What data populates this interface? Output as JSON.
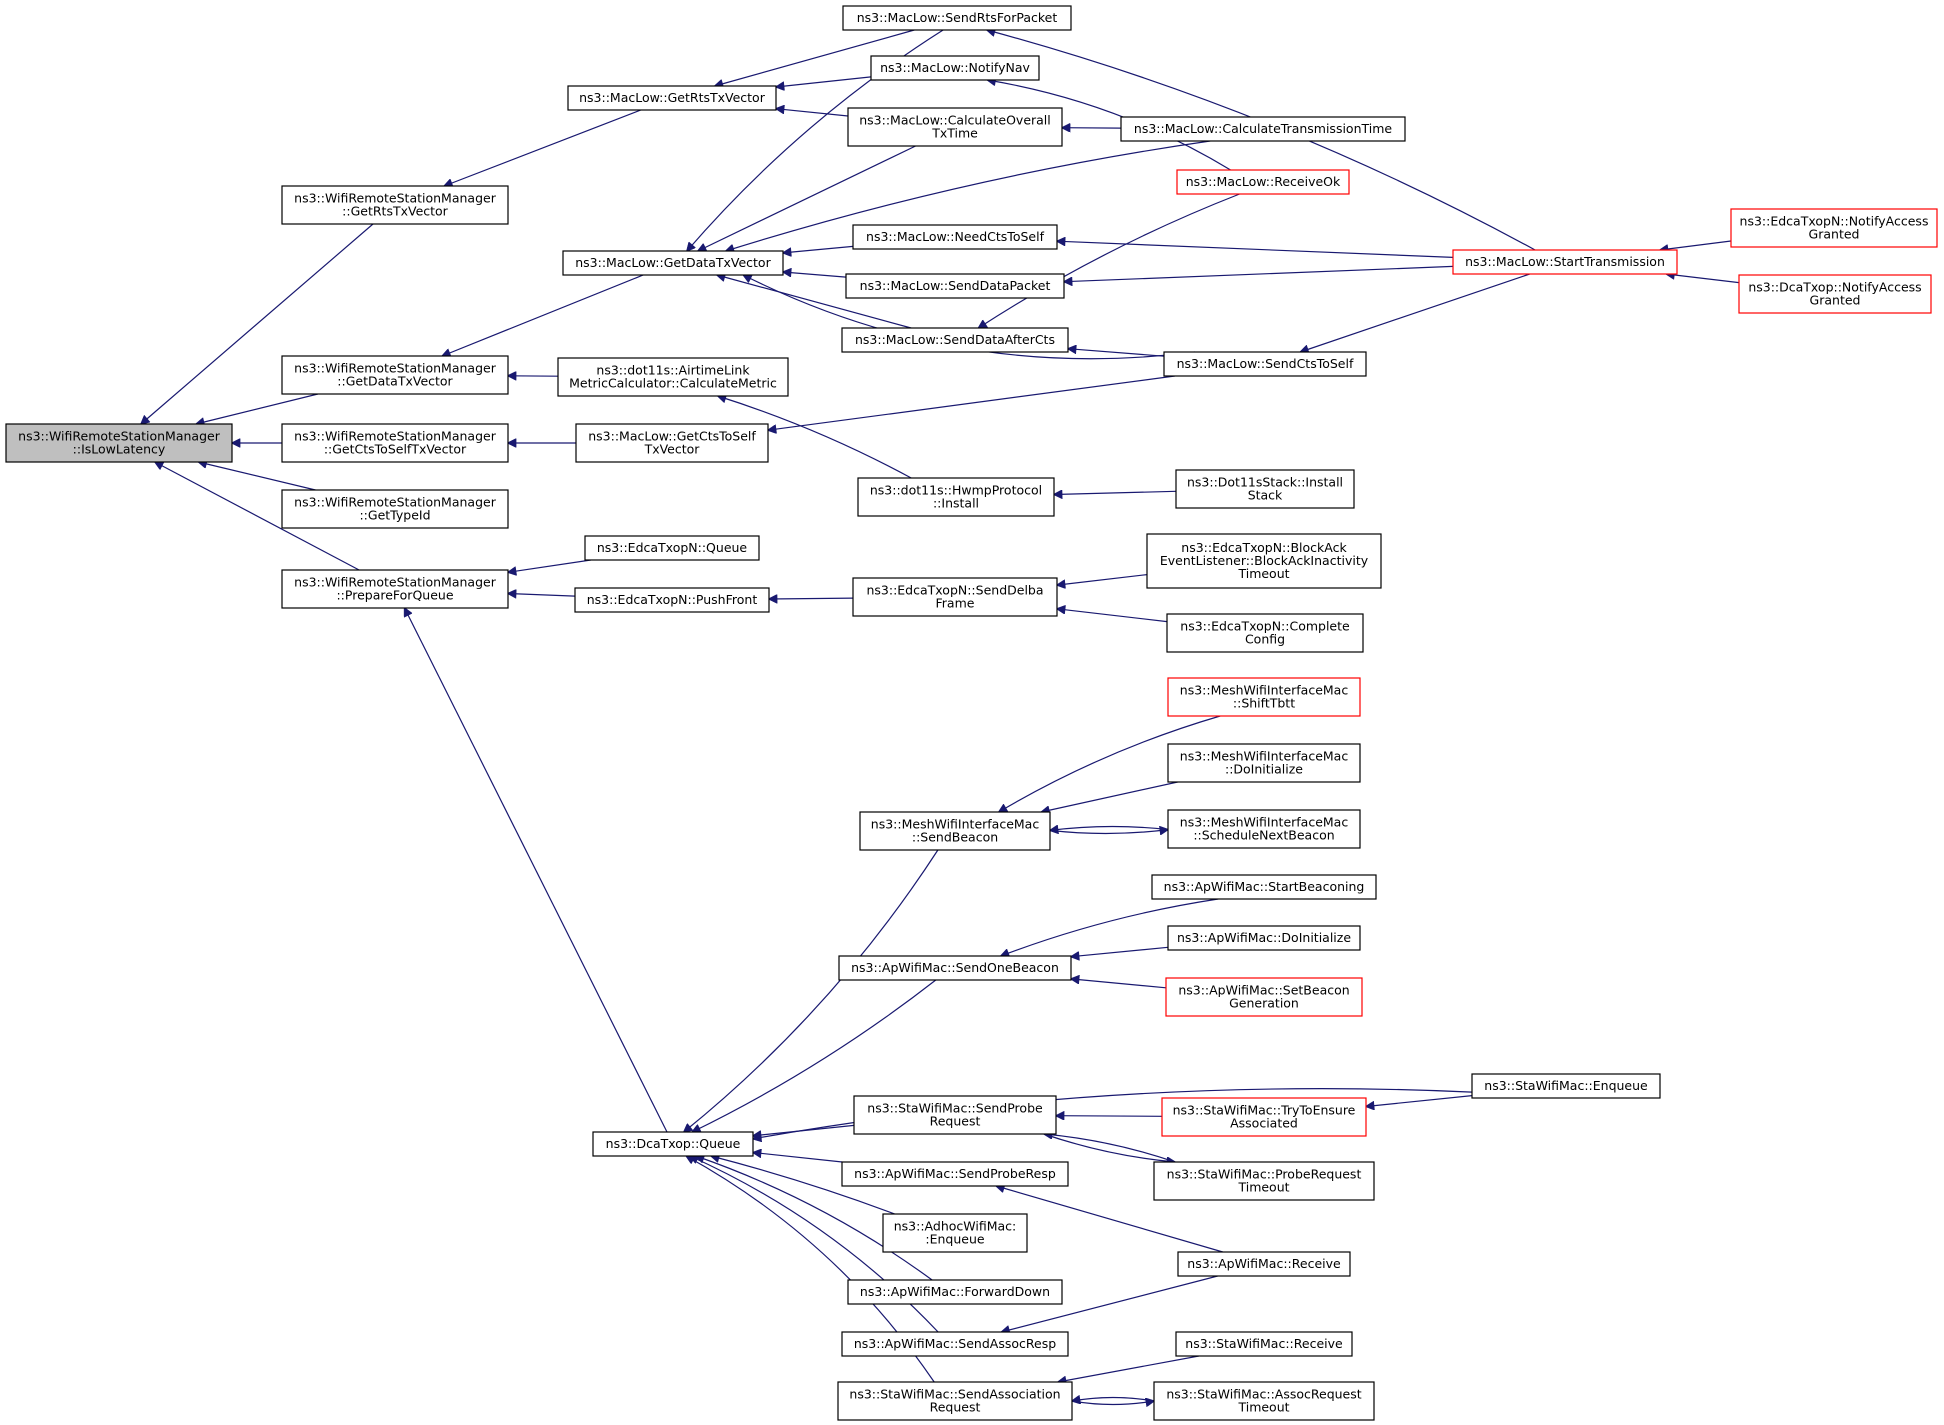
{
  "colors": {
    "edge": "#191970",
    "normal_border": "#000000",
    "truncated_border": "#ff0000",
    "root_fill": "#bfbfbf"
  },
  "nodes": [
    {
      "id": "root",
      "lines": [
        "ns3::WifiRemoteStationManager",
        "::IsLowLatency"
      ],
      "style": "root"
    },
    {
      "id": "wrsm_getrts",
      "lines": [
        "ns3::WifiRemoteStationManager",
        "::GetRtsTxVector"
      ],
      "style": "normal"
    },
    {
      "id": "wrsm_getdata",
      "lines": [
        "ns3::WifiRemoteStationManager",
        "::GetDataTxVector"
      ],
      "style": "normal"
    },
    {
      "id": "wrsm_getcts",
      "lines": [
        "ns3::WifiRemoteStationManager",
        "::GetCtsToSelfTxVector"
      ],
      "style": "normal"
    },
    {
      "id": "wrsm_typeid",
      "lines": [
        "ns3::WifiRemoteStationManager",
        "::GetTypeId"
      ],
      "style": "normal"
    },
    {
      "id": "wrsm_prepare",
      "lines": [
        "ns3::WifiRemoteStationManager",
        "::PrepareForQueue"
      ],
      "style": "normal"
    },
    {
      "id": "mac_getrts",
      "lines": [
        "ns3::MacLow::GetRtsTxVector"
      ],
      "style": "normal"
    },
    {
      "id": "mac_getdata",
      "lines": [
        "ns3::MacLow::GetDataTxVector"
      ],
      "style": "normal"
    },
    {
      "id": "dot11s_calc",
      "lines": [
        "ns3::dot11s::AirtimeLink",
        "MetricCalculator::CalculateMetric"
      ],
      "style": "normal"
    },
    {
      "id": "mac_getcts",
      "lines": [
        "ns3::MacLow::GetCtsToSelf",
        "TxVector"
      ],
      "style": "normal"
    },
    {
      "id": "edca_queue",
      "lines": [
        "ns3::EdcaTxopN::Queue"
      ],
      "style": "normal"
    },
    {
      "id": "edca_pushfront",
      "lines": [
        "ns3::EdcaTxopN::PushFront"
      ],
      "style": "normal"
    },
    {
      "id": "dca_queue",
      "lines": [
        "ns3::DcaTxop::Queue"
      ],
      "style": "normal"
    },
    {
      "id": "mac_sendrts",
      "lines": [
        "ns3::MacLow::SendRtsForPacket"
      ],
      "style": "normal"
    },
    {
      "id": "mac_notifynav",
      "lines": [
        "ns3::MacLow::NotifyNav"
      ],
      "style": "normal"
    },
    {
      "id": "mac_calcoverall",
      "lines": [
        "ns3::MacLow::CalculateOverall",
        "TxTime"
      ],
      "style": "normal"
    },
    {
      "id": "mac_needcts",
      "lines": [
        "ns3::MacLow::NeedCtsToSelf"
      ],
      "style": "normal"
    },
    {
      "id": "mac_senddata",
      "lines": [
        "ns3::MacLow::SendDataPacket"
      ],
      "style": "normal"
    },
    {
      "id": "mac_senddataafter",
      "lines": [
        "ns3::MacLow::SendDataAfterCts"
      ],
      "style": "normal"
    },
    {
      "id": "hwmp_install",
      "lines": [
        "ns3::dot11s::HwmpProtocol",
        "::Install"
      ],
      "style": "normal"
    },
    {
      "id": "edca_senddelba",
      "lines": [
        "ns3::EdcaTxopN::SendDelba",
        "Frame"
      ],
      "style": "normal"
    },
    {
      "id": "mesh_sendbeacon",
      "lines": [
        "ns3::MeshWifiInterfaceMac",
        "::SendBeacon"
      ],
      "style": "normal"
    },
    {
      "id": "ap_sendone",
      "lines": [
        "ns3::ApWifiMac::SendOneBeacon"
      ],
      "style": "normal"
    },
    {
      "id": "sta_sendprobe",
      "lines": [
        "ns3::StaWifiMac::SendProbe",
        "Request"
      ],
      "style": "normal"
    },
    {
      "id": "ap_sendproberesp",
      "lines": [
        "ns3::ApWifiMac::SendProbeResp"
      ],
      "style": "normal"
    },
    {
      "id": "adhoc_enqueue",
      "lines": [
        "ns3::AdhocWifiMac:",
        ":Enqueue"
      ],
      "style": "normal"
    },
    {
      "id": "ap_forwarddown",
      "lines": [
        "ns3::ApWifiMac::ForwardDown"
      ],
      "style": "normal"
    },
    {
      "id": "ap_sendassocresp",
      "lines": [
        "ns3::ApWifiMac::SendAssocResp"
      ],
      "style": "normal"
    },
    {
      "id": "sta_sendassoc",
      "lines": [
        "ns3::StaWifiMac::SendAssociation",
        "Request"
      ],
      "style": "normal"
    },
    {
      "id": "mac_calctrans",
      "lines": [
        "ns3::MacLow::CalculateTransmissionTime"
      ],
      "style": "normal"
    },
    {
      "id": "mac_receiveok",
      "lines": [
        "ns3::MacLow::ReceiveOk"
      ],
      "style": "red"
    },
    {
      "id": "mac_starttx",
      "lines": [
        "ns3::MacLow::StartTransmission"
      ],
      "style": "red"
    },
    {
      "id": "mac_sendcts",
      "lines": [
        "ns3::MacLow::SendCtsToSelf"
      ],
      "style": "normal"
    },
    {
      "id": "dot11s_install",
      "lines": [
        "ns3::Dot11sStack::Install",
        "Stack"
      ],
      "style": "normal"
    },
    {
      "id": "edca_blockack",
      "lines": [
        "ns3::EdcaTxopN::BlockAck",
        "EventListener::BlockAckInactivity",
        "Timeout"
      ],
      "style": "normal"
    },
    {
      "id": "edca_complete",
      "lines": [
        "ns3::EdcaTxopN::Complete",
        "Config"
      ],
      "style": "normal"
    },
    {
      "id": "mesh_shift",
      "lines": [
        "ns3::MeshWifiInterfaceMac",
        "::ShiftTbtt"
      ],
      "style": "red"
    },
    {
      "id": "mesh_doinit",
      "lines": [
        "ns3::MeshWifiInterfaceMac",
        "::DoInitialize"
      ],
      "style": "normal"
    },
    {
      "id": "mesh_schedule",
      "lines": [
        "ns3::MeshWifiInterfaceMac",
        "::ScheduleNextBeacon"
      ],
      "style": "normal"
    },
    {
      "id": "ap_startbeacon",
      "lines": [
        "ns3::ApWifiMac::StartBeaconing"
      ],
      "style": "normal"
    },
    {
      "id": "ap_doinit",
      "lines": [
        "ns3::ApWifiMac::DoInitialize"
      ],
      "style": "normal"
    },
    {
      "id": "ap_setbeacon",
      "lines": [
        "ns3::ApWifiMac::SetBeacon",
        "Generation"
      ],
      "style": "red"
    },
    {
      "id": "sta_tryensure",
      "lines": [
        "ns3::StaWifiMac::TryToEnsure",
        "Associated"
      ],
      "style": "red"
    },
    {
      "id": "sta_probetimeout",
      "lines": [
        "ns3::StaWifiMac::ProbeRequest",
        "Timeout"
      ],
      "style": "normal"
    },
    {
      "id": "ap_receive",
      "lines": [
        "ns3::ApWifiMac::Receive"
      ],
      "style": "normal"
    },
    {
      "id": "sta_receive",
      "lines": [
        "ns3::StaWifiMac::Receive"
      ],
      "style": "normal"
    },
    {
      "id": "sta_assoctimeout",
      "lines": [
        "ns3::StaWifiMac::AssocRequest",
        "Timeout"
      ],
      "style": "normal"
    },
    {
      "id": "sta_enqueue",
      "lines": [
        "ns3::StaWifiMac::Enqueue"
      ],
      "style": "normal"
    },
    {
      "id": "edca_notify",
      "lines": [
        "ns3::EdcaTxopN::NotifyAccess",
        "Granted"
      ],
      "style": "red"
    },
    {
      "id": "dca_notify",
      "lines": [
        "ns3::DcaTxop::NotifyAccess",
        "Granted"
      ],
      "style": "red"
    }
  ],
  "edges": [
    {
      "from": "wrsm_getrts",
      "to": "root"
    },
    {
      "from": "wrsm_getdata",
      "to": "root"
    },
    {
      "from": "wrsm_getcts",
      "to": "root"
    },
    {
      "from": "wrsm_typeid",
      "to": "root"
    },
    {
      "from": "wrsm_prepare",
      "to": "root"
    },
    {
      "from": "mac_getrts",
      "to": "wrsm_getrts"
    },
    {
      "from": "mac_getdata",
      "to": "wrsm_getdata"
    },
    {
      "from": "dot11s_calc",
      "to": "wrsm_getdata"
    },
    {
      "from": "mac_getcts",
      "to": "wrsm_getcts"
    },
    {
      "from": "edca_queue",
      "to": "wrsm_prepare"
    },
    {
      "from": "edca_pushfront",
      "to": "wrsm_prepare"
    },
    {
      "from": "dca_queue",
      "to": "wrsm_prepare"
    },
    {
      "from": "mac_sendrts",
      "to": "mac_getrts"
    },
    {
      "from": "mac_notifynav",
      "to": "mac_getrts"
    },
    {
      "from": "mac_calcoverall",
      "to": "mac_getrts"
    },
    {
      "from": "mac_sendrts",
      "to": "mac_getdata"
    },
    {
      "from": "mac_calcoverall",
      "to": "mac_getdata"
    },
    {
      "from": "mac_calctrans",
      "to": "mac_getdata"
    },
    {
      "from": "mac_needcts",
      "to": "mac_getdata"
    },
    {
      "from": "mac_senddata",
      "to": "mac_getdata"
    },
    {
      "from": "mac_senddataafter",
      "to": "mac_getdata"
    },
    {
      "from": "mac_sendcts",
      "to": "mac_getdata"
    },
    {
      "from": "hwmp_install",
      "to": "dot11s_calc"
    },
    {
      "from": "mac_sendcts",
      "to": "mac_getcts"
    },
    {
      "from": "edca_senddelba",
      "to": "edca_pushfront"
    },
    {
      "from": "mesh_sendbeacon",
      "to": "dca_queue"
    },
    {
      "from": "ap_sendone",
      "to": "dca_queue"
    },
    {
      "from": "sta_enqueue",
      "to": "dca_queue"
    },
    {
      "from": "sta_sendprobe",
      "to": "dca_queue"
    },
    {
      "from": "ap_sendproberesp",
      "to": "dca_queue"
    },
    {
      "from": "adhoc_enqueue",
      "to": "dca_queue"
    },
    {
      "from": "ap_forwarddown",
      "to": "dca_queue"
    },
    {
      "from": "ap_sendassocresp",
      "to": "dca_queue"
    },
    {
      "from": "sta_sendassoc",
      "to": "dca_queue"
    },
    {
      "from": "mac_starttx",
      "to": "mac_sendrts"
    },
    {
      "from": "mac_receiveok",
      "to": "mac_notifynav"
    },
    {
      "from": "mac_calctrans",
      "to": "mac_calcoverall"
    },
    {
      "from": "mac_starttx",
      "to": "mac_needcts"
    },
    {
      "from": "mac_starttx",
      "to": "mac_senddata"
    },
    {
      "from": "mac_receiveok",
      "to": "mac_senddataafter"
    },
    {
      "from": "mac_sendcts",
      "to": "mac_senddataafter"
    },
    {
      "from": "mac_starttx",
      "to": "mac_sendcts"
    },
    {
      "from": "dot11s_install",
      "to": "hwmp_install"
    },
    {
      "from": "edca_blockack",
      "to": "edca_senddelba"
    },
    {
      "from": "edca_complete",
      "to": "edca_senddelba"
    },
    {
      "from": "edca_notify",
      "to": "mac_starttx"
    },
    {
      "from": "dca_notify",
      "to": "mac_starttx"
    },
    {
      "from": "mesh_shift",
      "to": "mesh_sendbeacon"
    },
    {
      "from": "mesh_doinit",
      "to": "mesh_sendbeacon"
    },
    {
      "from": "mesh_schedule",
      "to": "mesh_sendbeacon"
    },
    {
      "from": "mesh_sendbeacon",
      "to": "mesh_schedule"
    },
    {
      "from": "ap_startbeacon",
      "to": "ap_sendone"
    },
    {
      "from": "ap_doinit",
      "to": "ap_sendone"
    },
    {
      "from": "ap_setbeacon",
      "to": "ap_sendone"
    },
    {
      "from": "sta_tryensure",
      "to": "sta_sendprobe"
    },
    {
      "from": "sta_probetimeout",
      "to": "sta_sendprobe"
    },
    {
      "from": "sta_sendprobe",
      "to": "sta_probetimeout"
    },
    {
      "from": "sta_enqueue",
      "to": "sta_tryensure"
    },
    {
      "from": "ap_receive",
      "to": "ap_sendproberesp"
    },
    {
      "from": "ap_receive",
      "to": "ap_sendassocresp"
    },
    {
      "from": "sta_receive",
      "to": "sta_sendassoc"
    },
    {
      "from": "sta_assoctimeout",
      "to": "sta_sendassoc"
    },
    {
      "from": "sta_sendassoc",
      "to": "sta_assoctimeout"
    }
  ]
}
